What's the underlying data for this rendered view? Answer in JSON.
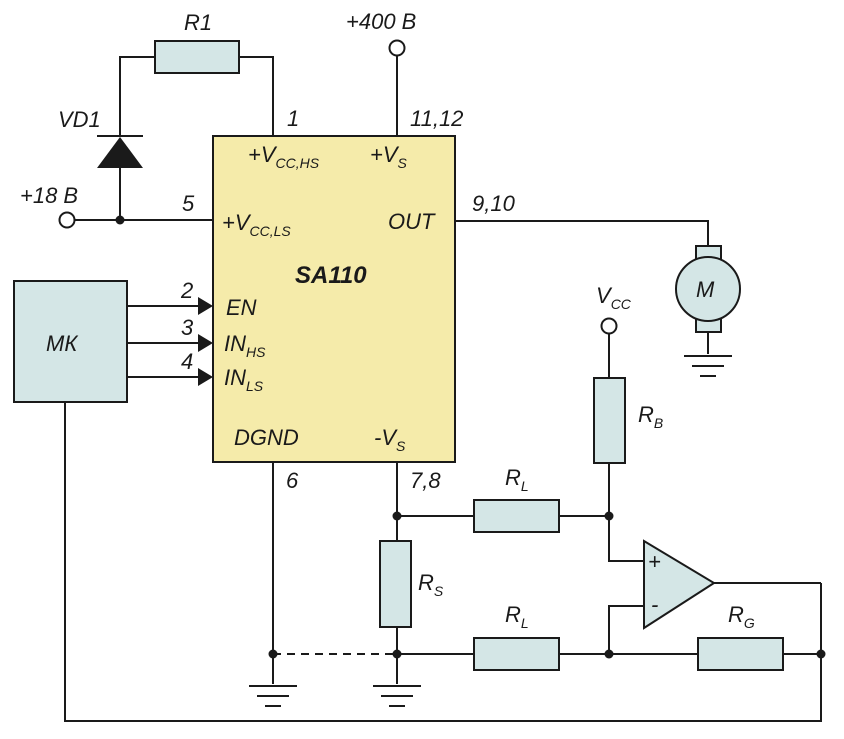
{
  "components": {
    "r1": "R1",
    "vd1": "VD1",
    "rb": {
      "main": "R",
      "sub": "B"
    },
    "rs": {
      "main": "R",
      "sub": "S"
    },
    "rl_top": {
      "main": "R",
      "sub": "L"
    },
    "rl_bottom": {
      "main": "R",
      "sub": "L"
    },
    "rg": {
      "main": "R",
      "sub": "G"
    },
    "mk": "МК",
    "motor": "M",
    "opamp_plus": "+",
    "opamp_minus": "-"
  },
  "supplies": {
    "v400": "+400 В",
    "v18": "+18 В",
    "vcc": {
      "main": "V",
      "sub": "CC"
    }
  },
  "chip": {
    "name": "SA110",
    "pins": {
      "vcc_hs": {
        "main": "+V",
        "sub": "CC,HS"
      },
      "vs": {
        "main": "+V",
        "sub": "S"
      },
      "vcc_ls": {
        "main": "+V",
        "sub": "CC,LS"
      },
      "out": "OUT",
      "en": "EN",
      "in_hs": {
        "main": "IN",
        "sub": "HS"
      },
      "in_ls": {
        "main": "IN",
        "sub": "LS"
      },
      "dgnd": "DGND",
      "neg_vs": {
        "main": "-V",
        "sub": "S"
      }
    },
    "pin_numbers": {
      "p1": "1",
      "p11_12": "11,12",
      "p5": "5",
      "p9_10": "9,10",
      "p2": "2",
      "p3": "3",
      "p4": "4",
      "p6": "6",
      "p7_8": "7,8"
    }
  }
}
